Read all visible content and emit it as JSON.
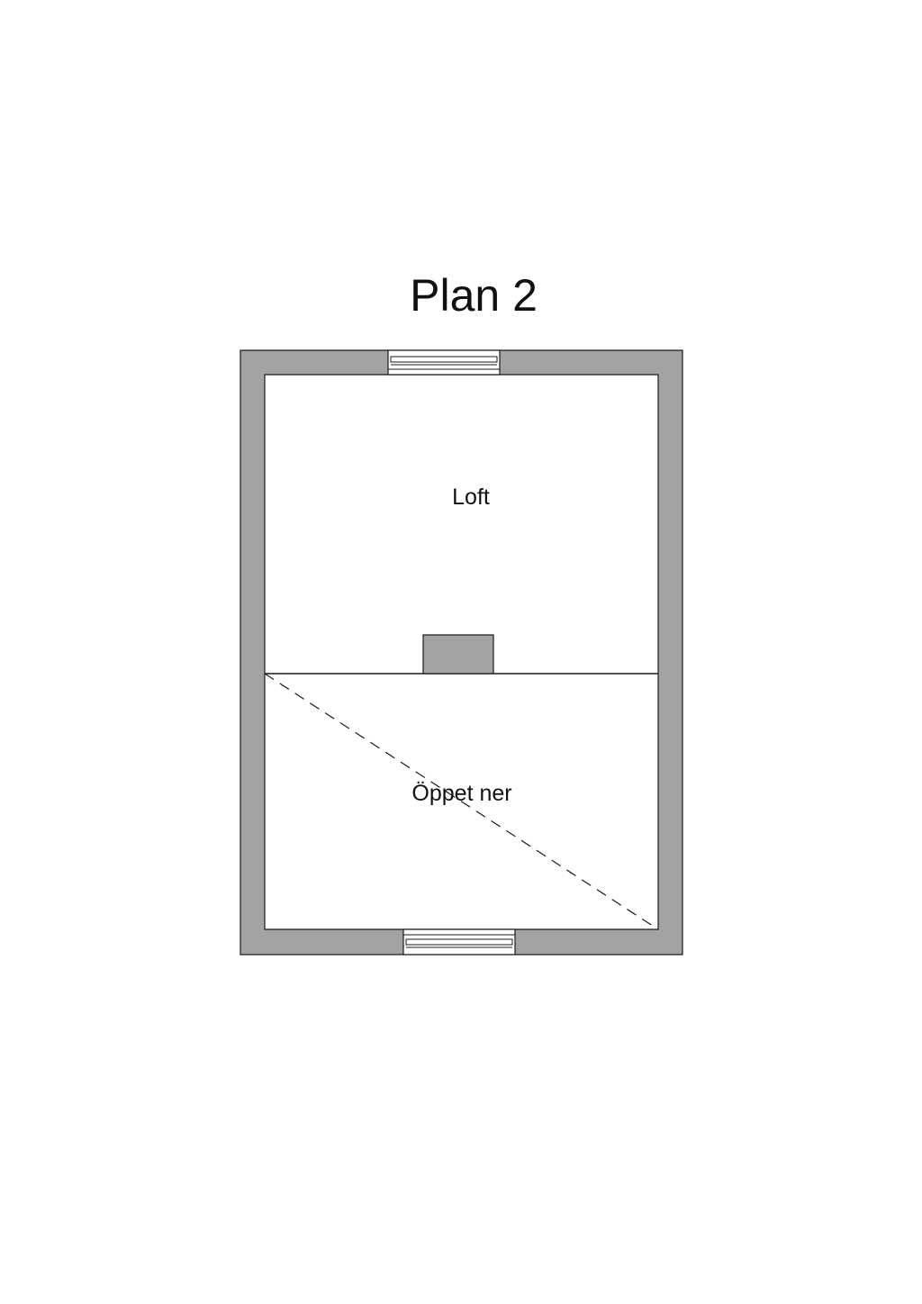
{
  "title": "Plan 2",
  "rooms": {
    "loft": "Loft",
    "open_below": "Öppet ner"
  },
  "colors": {
    "wall": "#a3a3a3",
    "line": "#1a1a1a",
    "background": "#ffffff"
  },
  "icons": {
    "window": "window-icon",
    "chimney": "chimney-block"
  }
}
